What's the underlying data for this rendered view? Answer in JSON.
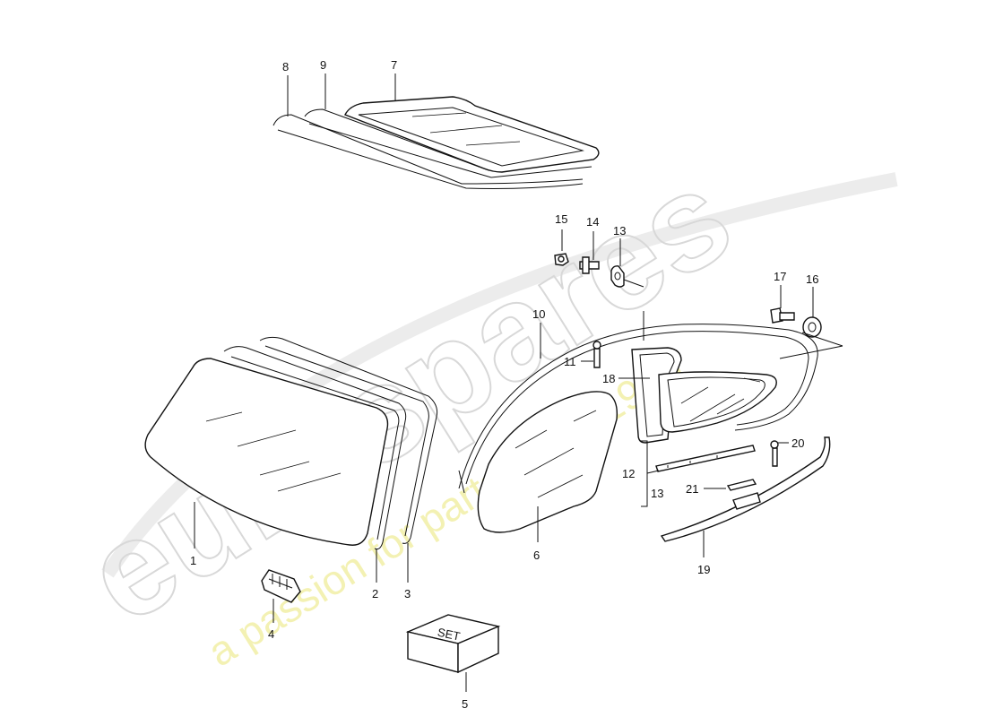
{
  "watermark": {
    "brand": "eurospares",
    "tagline": "a passion for parts since 1985"
  },
  "callouts": {
    "p1": "1",
    "p2": "2",
    "p3": "3",
    "p4": "4",
    "p5": "5",
    "p6": "6",
    "p7": "7",
    "p8": "8",
    "p9": "9",
    "p10": "10",
    "p11": "11",
    "p12": "12",
    "p13a": "13",
    "p13b": "13",
    "p14": "14",
    "p15": "15",
    "p16": "16",
    "p17": "17",
    "p18": "18",
    "p19": "19",
    "p20": "20",
    "p21": "21"
  },
  "set_box_label": "SET"
}
